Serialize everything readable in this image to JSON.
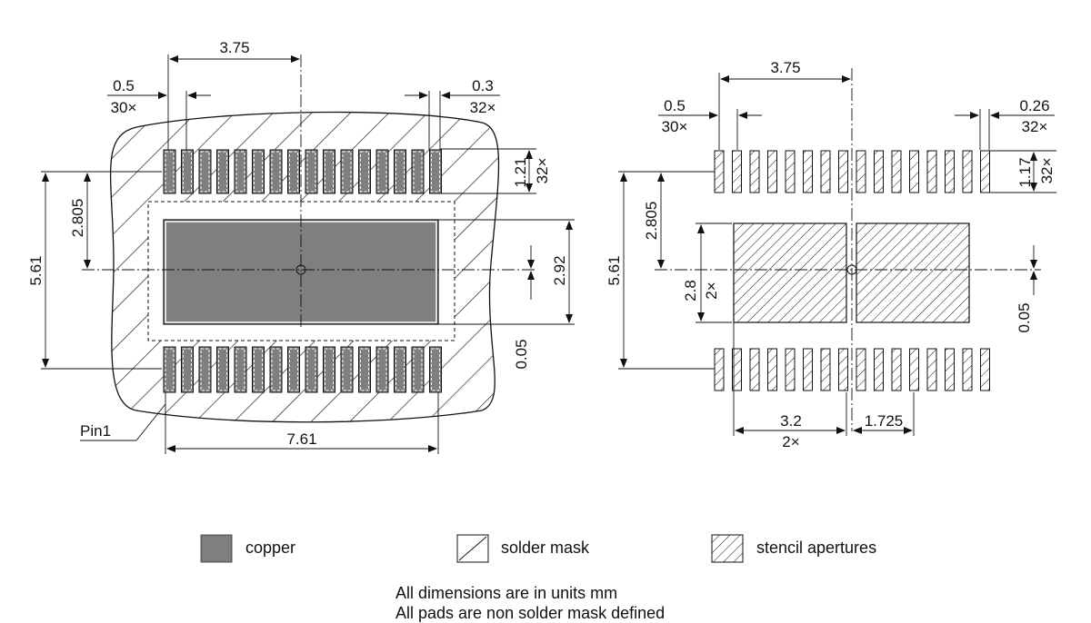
{
  "left_view": {
    "pitch": "3.75",
    "pad_width": "0.5",
    "pad_width_qty": "30×",
    "pad_gap": "0.3",
    "pad_gap_qty": "32×",
    "pad_length": "1.21",
    "pad_length_qty": "32×",
    "row_offset": "2.805",
    "row_span": "5.61",
    "thermal_height": "2.92",
    "mask_gap": "0.05",
    "overall_width": "7.61",
    "pin1_label": "Pin1"
  },
  "right_view": {
    "pitch": "3.75",
    "pad_width": "0.5",
    "pad_width_qty": "30×",
    "pad_gap": "0.26",
    "pad_gap_qty": "32×",
    "pad_length": "1.17",
    "pad_length_qty": "32×",
    "row_offset": "2.805",
    "row_span": "5.61",
    "aperture_height": "2.8",
    "aperture_height_qty": "2×",
    "aperture_gap": "0.05",
    "aperture_width": "3.2",
    "aperture_width_qty": "2×",
    "aperture_offset": "1.725"
  },
  "legend": {
    "copper": "copper",
    "solder_mask": "solder mask",
    "stencil": "stencil apertures"
  },
  "notes": {
    "line1": "All dimensions are in units mm",
    "line2": "All pads are non solder mask defined"
  },
  "colors": {
    "copper": "#7f7f7f",
    "line": "#111111"
  }
}
